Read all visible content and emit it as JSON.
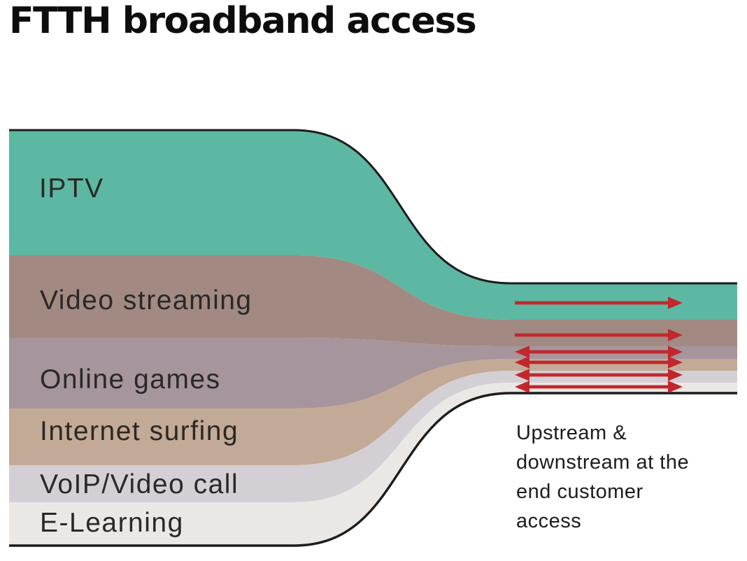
{
  "title": "FTTH broadband access",
  "colors": {
    "outline": "#1c1c1c",
    "arrow": "#c1272d",
    "background": "#ffffff",
    "label_text": "#2b2826"
  },
  "bands": [
    {
      "label": "IPTV",
      "color": "#5cb8a2",
      "arrow": "downstream"
    },
    {
      "label": "Video streaming",
      "color": "#a28a83",
      "arrow": "downstream"
    },
    {
      "label": "Online games",
      "color": "#a6959c",
      "arrow": "bidirectional"
    },
    {
      "label": "Internet surfing",
      "color": "#c3aa96",
      "arrow": "bidirectional"
    },
    {
      "label": "VoIP/Video call",
      "color": "#d4cfd4",
      "arrow": "bidirectional"
    },
    {
      "label": "E-Learning",
      "color": "#ebe7e4",
      "arrow": "bidirectional"
    }
  ],
  "annotation": {
    "lines": [
      "Upstream &",
      "downstream at the",
      "end customer",
      "access"
    ]
  }
}
